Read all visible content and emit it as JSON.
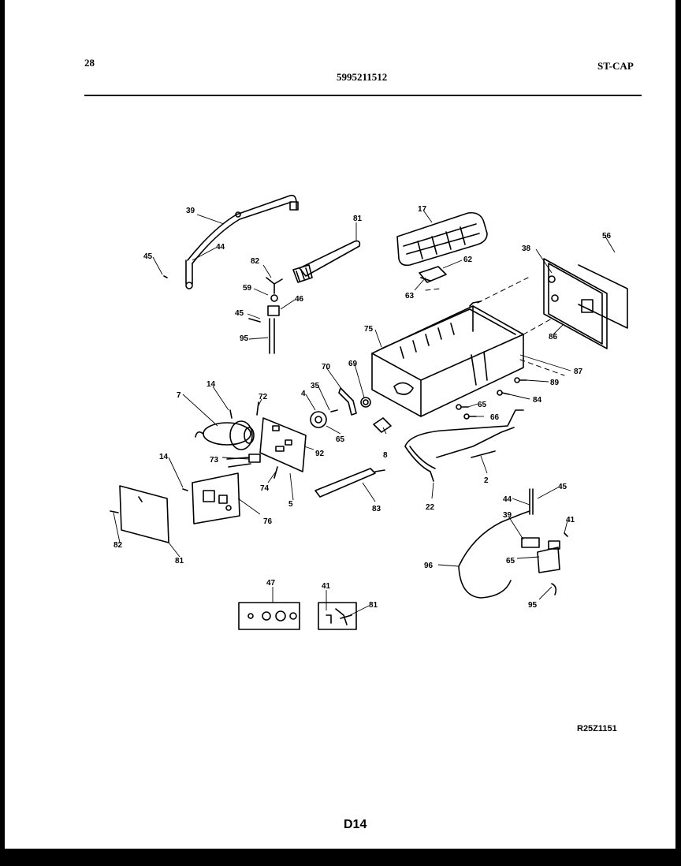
{
  "header": {
    "page_number": "28",
    "part_number": "5995211512",
    "model_code": "ST-CAP"
  },
  "diagram": {
    "labels": [
      "39",
      "44",
      "45",
      "81",
      "82",
      "59",
      "46",
      "45",
      "95",
      "17",
      "62",
      "63",
      "38",
      "56",
      "75",
      "86",
      "87",
      "89",
      "84",
      "65",
      "66",
      "70",
      "69",
      "35",
      "4",
      "14",
      "7",
      "72",
      "92",
      "65",
      "8",
      "2",
      "73",
      "74",
      "5",
      "14",
      "76",
      "83",
      "22",
      "45",
      "44",
      "39",
      "41",
      "96",
      "65",
      "95",
      "82",
      "81",
      "47",
      "41",
      "81"
    ],
    "reference_code": "R25Z1151"
  },
  "footer": {
    "page_code": "D14"
  }
}
